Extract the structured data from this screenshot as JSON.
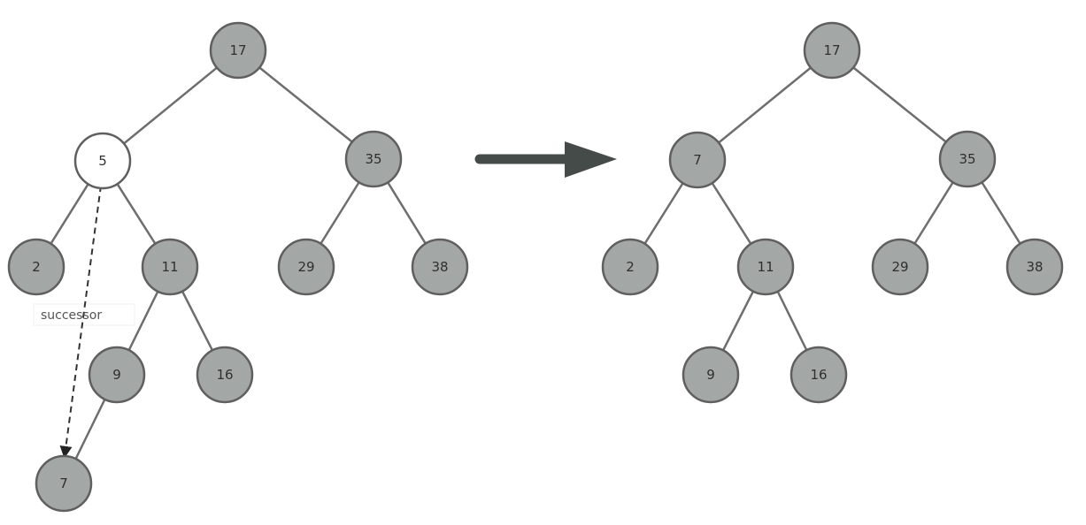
{
  "colors": {
    "node_fill": "#a3a7a6",
    "highlight_fill": "#ffffff",
    "edge": "#6e6e6e",
    "arrow": "#454b48"
  },
  "trees": [
    {
      "id": "before",
      "nodes": [
        {
          "key": "n17",
          "label": "17"
        },
        {
          "key": "n5",
          "label": "5",
          "highlight": true
        },
        {
          "key": "n35",
          "label": "35"
        },
        {
          "key": "n2",
          "label": "2"
        },
        {
          "key": "n11",
          "label": "11"
        },
        {
          "key": "n29",
          "label": "29"
        },
        {
          "key": "n38",
          "label": "38"
        },
        {
          "key": "n9",
          "label": "9"
        },
        {
          "key": "n16",
          "label": "16"
        },
        {
          "key": "n7",
          "label": "7"
        }
      ],
      "edges": [
        [
          "n17",
          "n5"
        ],
        [
          "n17",
          "n35"
        ],
        [
          "n5",
          "n2"
        ],
        [
          "n5",
          "n11"
        ],
        [
          "n35",
          "n29"
        ],
        [
          "n35",
          "n38"
        ],
        [
          "n11",
          "n9"
        ],
        [
          "n11",
          "n16"
        ],
        [
          "n9",
          "n7"
        ]
      ]
    },
    {
      "id": "after",
      "nodes": [
        {
          "key": "n17",
          "label": "17"
        },
        {
          "key": "n7",
          "label": "7"
        },
        {
          "key": "n35",
          "label": "35"
        },
        {
          "key": "n2",
          "label": "2"
        },
        {
          "key": "n11",
          "label": "11"
        },
        {
          "key": "n29",
          "label": "29"
        },
        {
          "key": "n38",
          "label": "38"
        },
        {
          "key": "n9",
          "label": "9"
        },
        {
          "key": "n16",
          "label": "16"
        }
      ],
      "edges": [
        [
          "n17",
          "n7"
        ],
        [
          "n17",
          "n35"
        ],
        [
          "n7",
          "n2"
        ],
        [
          "n7",
          "n11"
        ],
        [
          "n35",
          "n29"
        ],
        [
          "n35",
          "n38"
        ],
        [
          "n11",
          "n9"
        ],
        [
          "n11",
          "n16"
        ]
      ]
    }
  ],
  "successor": {
    "label": "successor",
    "from": "n5",
    "to": "n7"
  }
}
